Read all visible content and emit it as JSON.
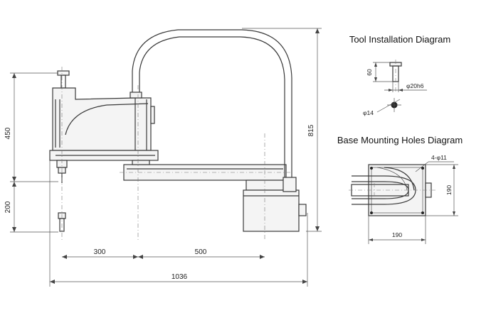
{
  "titles": {
    "tool": "Tool Installation Diagram",
    "base": "Base Mounting Holes Diagram"
  },
  "dims": {
    "d450": "450",
    "d200": "200",
    "d815": "815",
    "d300": "300",
    "d500": "500",
    "d1036": "1036",
    "tool_60": "60",
    "tool_d20h6": "φ20h6",
    "tool_d14": "φ14",
    "holes": "4-φ11",
    "base_190_v": "190",
    "base_190_h": "190"
  }
}
